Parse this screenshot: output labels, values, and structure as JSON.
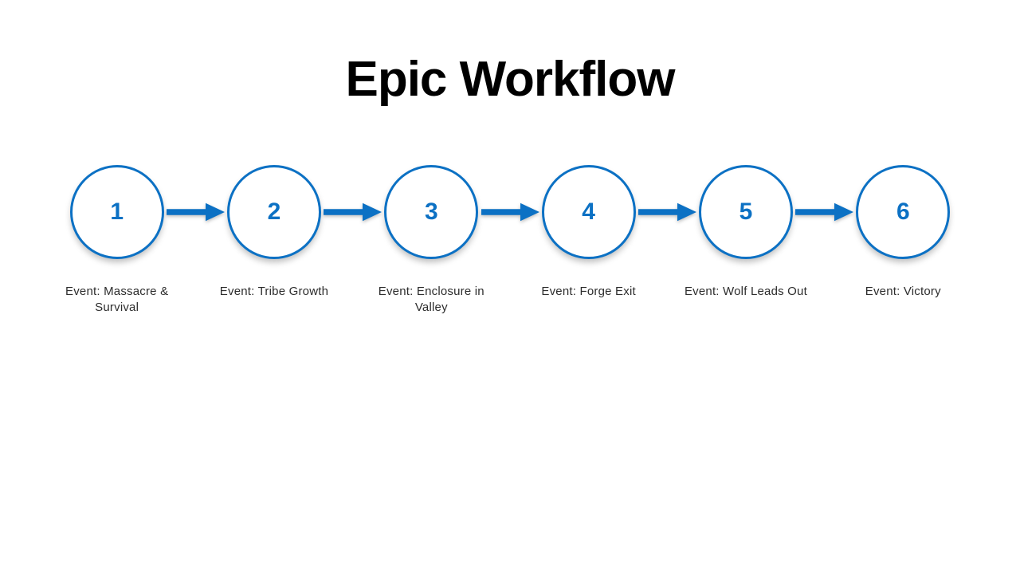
{
  "title": "Epic Workflow",
  "colors": {
    "accent_blue": "#0c71c4",
    "title_black": "#000000",
    "text_dark": "#2d2d2d",
    "circle_fill": "#ffffff"
  },
  "steps": [
    {
      "number": "1",
      "label": "Event: Massacre & Survival"
    },
    {
      "number": "2",
      "label": "Event: Tribe Growth"
    },
    {
      "number": "3",
      "label": "Event: Enclosure in Valley"
    },
    {
      "number": "4",
      "label": "Event: Forge Exit"
    },
    {
      "number": "5",
      "label": "Event: Wolf Leads Out"
    },
    {
      "number": "6",
      "label": "Event: Victory"
    }
  ]
}
